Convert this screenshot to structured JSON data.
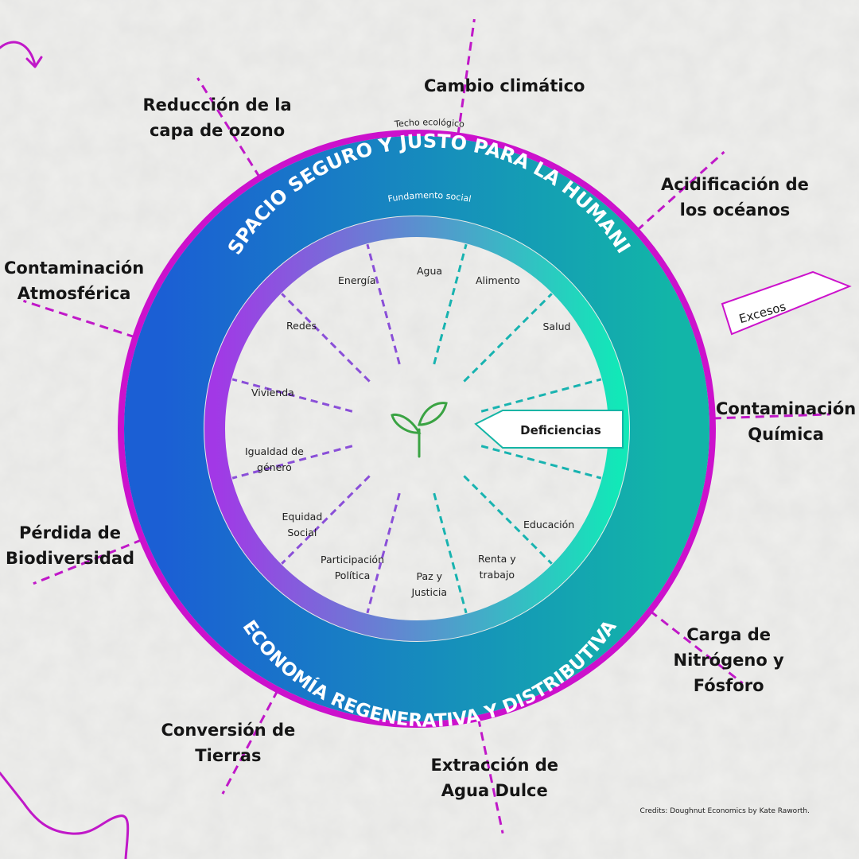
{
  "ring": {
    "ceiling_label": "Techo ecológico",
    "foundation_label": "Fundamento social",
    "top_arc_text": "EL ESPACIO SEGURO Y JUSTO PARA LA HUMANIDAD",
    "bottom_arc_text": "ECONOMÍA REGENERATIVA Y DISTRIBUTIVA"
  },
  "colors": {
    "ceiling_ring": "#cc11cc",
    "dashes_outer": "#c018c8",
    "gradient_start": "#1b5fd4",
    "gradient_end": "#12b5a8",
    "inner_gradient_start": "#a238e6",
    "inner_gradient_end": "#12e8b8",
    "sprout": "#3aa343"
  },
  "overshoot_label": "Excesos",
  "shortfall_label": "Deficiencias",
  "ecological_ceiling": [
    "Cambio climático",
    "Acidificación de\nlos océanos",
    "Contaminación\nQuímica",
    "Carga de\nNitrógeno y\nFósforo",
    "Extracción de\nAgua Dulce",
    "Conversión de\nTierras",
    "Pérdida de\nBiodiversidad",
    "Contaminación\nAtmosférica",
    "Reducción de la\ncapa de ozono"
  ],
  "social_foundation": [
    "Agua",
    "Alimento",
    "Salud",
    "Educación",
    "Renta y\ntrabajo",
    "Paz y\nJusticia",
    "Participación\nPolítica",
    "Equidad\nSocial",
    "Igualdad de\ngénero",
    "Vivienda",
    "Redes",
    "Energía"
  ],
  "credits": "Credits: Doughnut Economics by Kate Raworth.",
  "icons": [
    "sprout-icon",
    "curved-arrow-icon",
    "squiggle-icon"
  ]
}
